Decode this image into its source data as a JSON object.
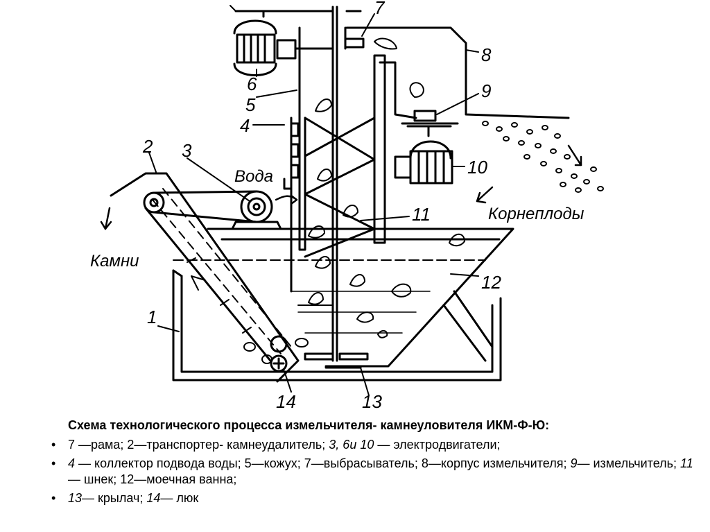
{
  "diagram": {
    "labels": {
      "n1": "1",
      "n2": "2",
      "n3": "3",
      "n4": "4",
      "n5": "5",
      "n6": "6",
      "n7": "7",
      "n8": "8",
      "n9": "9",
      "n10": "10",
      "n11": "11",
      "n12": "12",
      "n13": "13",
      "n14": "14",
      "water": "Вода",
      "stones": "Камни",
      "roots": "Корнеплоды"
    }
  },
  "caption": {
    "title": "Схема технологического процесса измельчителя- камнеуловителя ИКМ-Ф-Ю:",
    "items": [
      {
        "parts": [
          {
            "t": "7 —рама; 2—транспортер- камнеудалитель; ",
            "i": false
          },
          {
            "t": "3, 6и 10",
            "i": true
          },
          {
            "t": " — электродвигатели;",
            "i": false
          }
        ]
      },
      {
        "parts": [
          {
            "t": "4",
            "i": true
          },
          {
            "t": " — коллектор подвода воды; 5—кожух; 7—выбрасыватель; 8—корпус измельчителя; ",
            "i": false
          },
          {
            "t": "9",
            "i": true
          },
          {
            "t": "— измельчитель; ",
            "i": false
          },
          {
            "t": "11",
            "i": true
          },
          {
            "t": " — шнек; 12—моечная ванна;",
            "i": false
          }
        ]
      },
      {
        "parts": [
          {
            "t": "13",
            "i": true
          },
          {
            "t": "— крылач; ",
            "i": false
          },
          {
            "t": "14",
            "i": true
          },
          {
            "t": "— люк",
            "i": false
          }
        ]
      }
    ]
  }
}
